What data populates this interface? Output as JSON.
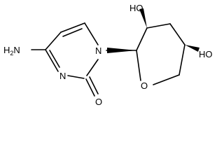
{
  "molecule": {
    "labels": {
      "amine_h": "H",
      "amine_h_count": "2",
      "amine_n": "N",
      "ring_n1": "N",
      "ring_n3": "N",
      "carbonyl_o": "O",
      "ring_o": "O",
      "hydroxyl_top": "HO",
      "hydroxyl_right": "HO"
    }
  }
}
